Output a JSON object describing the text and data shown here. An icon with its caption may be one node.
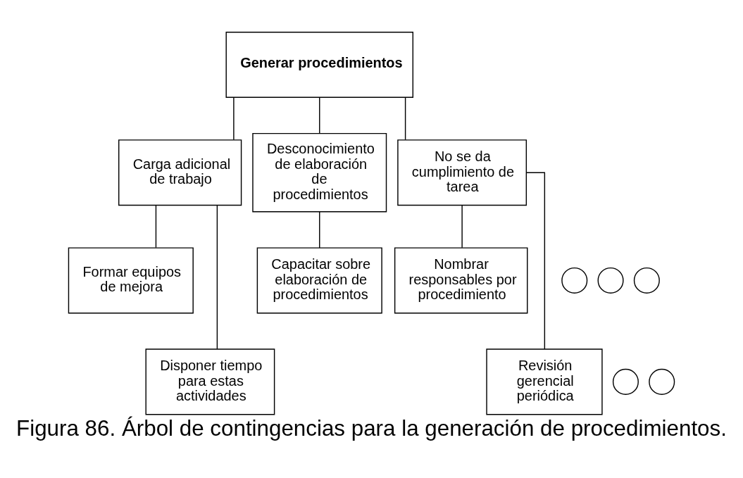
{
  "diagram": {
    "caption": "Figura 86. Árbol de contingencias para la generación de procedimientos.",
    "nodes": [
      {
        "text": [
          "Generar procedimientos"
        ]
      },
      {
        "text": [
          "Carga adicional de trabajo"
        ]
      },
      {
        "text": [
          "Desconocimiento de elaboración de procedimientos"
        ]
      },
      {
        "text": [
          "No se da cumplimiento de tarea"
        ]
      },
      {
        "text": [],
        "shape": "circle"
      },
      {
        "text": [
          "Formar equipos de mejora"
        ]
      },
      {
        "text": [],
        "shape": "circle"
      },
      {
        "text": [
          "Capacitar sobre elaboración de procedimientos"
        ]
      },
      {
        "text": [],
        "shape": "circle"
      },
      {
        "text": [
          "Nombrar responsables por procedimiento"
        ]
      },
      {
        "text": [],
        "shape": "circle"
      },
      {
        "text": [
          "Disponer tiempo para estas actividades"
        ]
      },
      {
        "text": [],
        "shape": "circle"
      },
      {
        "text": [
          "Revisión gerencial periódica"
        ]
      }
    ],
    "edges": [
      {
        "from": 0,
        "to": 1,
        "arrow": "none"
      },
      {
        "from": 0,
        "to": 2,
        "arrow": "none"
      },
      {
        "from": 0,
        "to": 3,
        "arrow": "none"
      },
      {
        "from": 1,
        "to": 5,
        "arrow": "none"
      },
      {
        "from": 1,
        "to": 11,
        "arrow": "none"
      },
      {
        "from": 2,
        "to": 7,
        "arrow": "none"
      },
      {
        "from": 3,
        "to": 9,
        "arrow": "none"
      },
      {
        "from": 3,
        "to": 13,
        "arrow": "none"
      }
    ]
  }
}
